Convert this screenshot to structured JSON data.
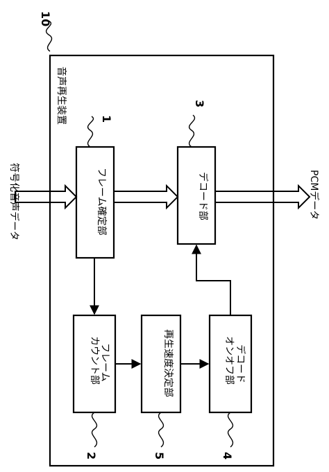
{
  "figure": {
    "device_number": "10",
    "device_label": "音声再生装置",
    "input_label": "符号化音声データ",
    "output_label": "PCMデータ",
    "blocks": {
      "frame_determination": {
        "label": "フレーム確定部",
        "ref": "1"
      },
      "frame_count": {
        "label_line1": "フレーム",
        "label_line2": "カウント部",
        "ref": "2"
      },
      "decode": {
        "label": "デコード部",
        "ref": "3"
      },
      "decode_onoff": {
        "label_line1": "デコード",
        "label_line2": "オンオフ部",
        "ref": "4"
      },
      "speed_decision": {
        "label": "再生速度決定部",
        "ref": "5"
      }
    }
  }
}
